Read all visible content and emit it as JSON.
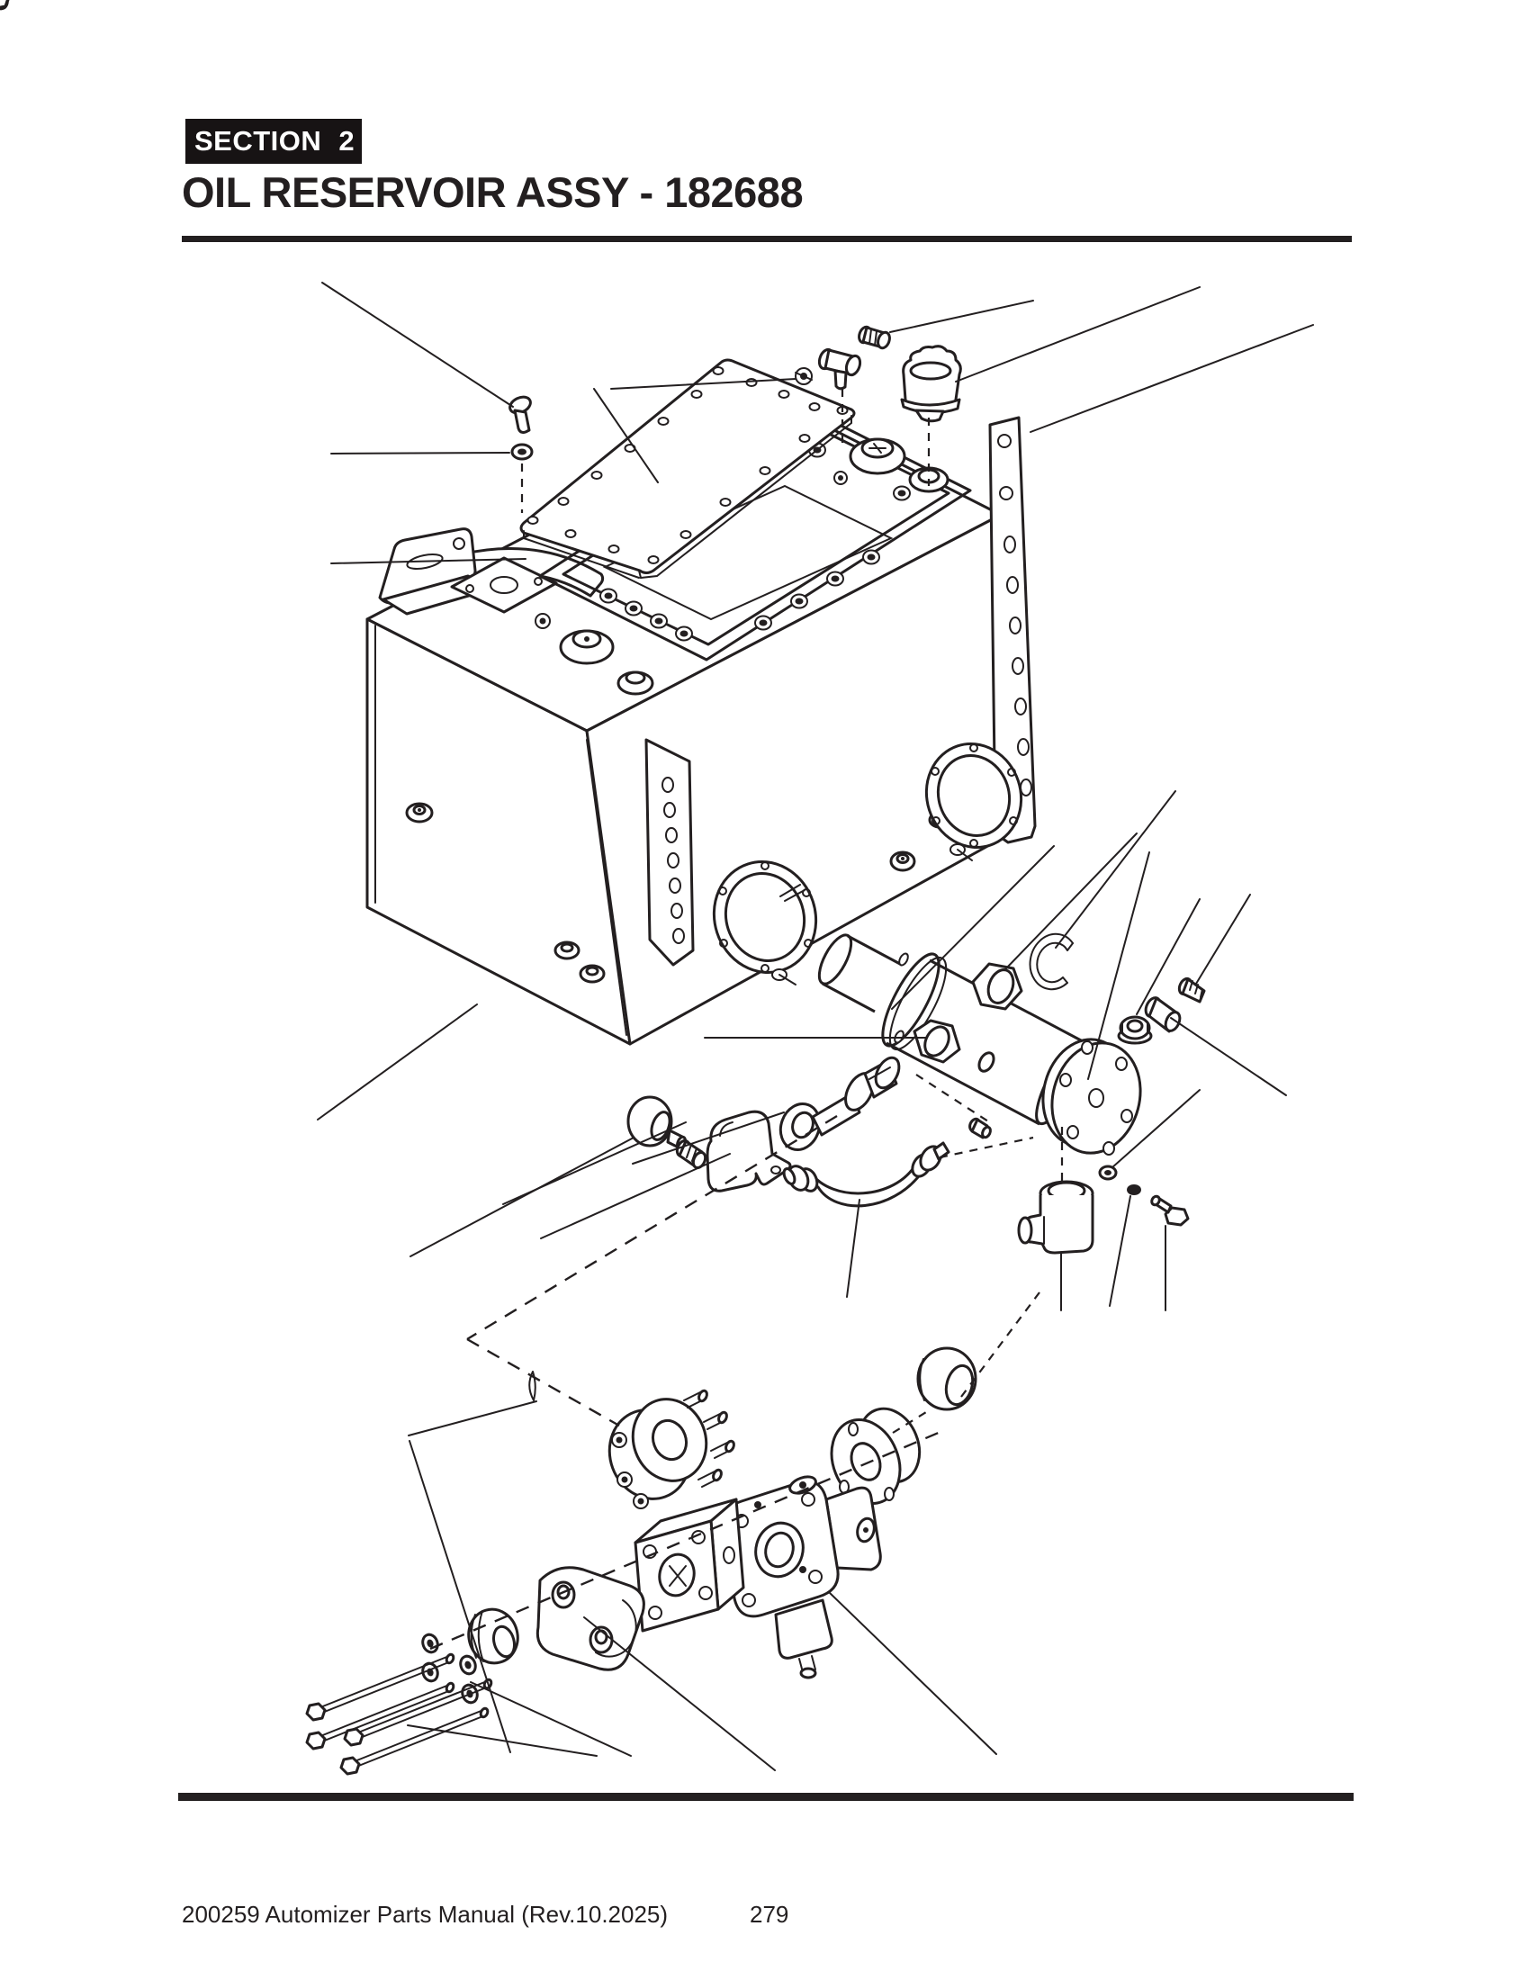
{
  "header": {
    "section_badge": "SECTION 2",
    "title": "OIL RESERVOIR ASSY - 182688"
  },
  "footer": {
    "left_text": "200259 Automizer Parts Manual (Rev.10.2025)",
    "page_number": "279"
  },
  "colors": {
    "ink": "#231f20",
    "paper": "#ffffff",
    "badge_background": "#171314",
    "badge_text": "#ffffff"
  },
  "diagram": {
    "type": "exploded-parts-illustration",
    "parts": [
      "reservoir-tank",
      "tank-cover-plate",
      "cover-gasket",
      "cover-screw",
      "cover-washer",
      "wing-screw",
      "tee-fitting",
      "plug-fitting",
      "breather-cap",
      "filler-neck-dome",
      "left-mounting-bracket",
      "right-mounting-strap",
      "front-strap",
      "cleanout-flange-cover",
      "suction-strainer-canister",
      "strainer-flange",
      "strainer-end-cover",
      "hex-plug",
      "snap-ring",
      "locknut",
      "reducer-fitting",
      "set-screw",
      "suction-tube",
      "union-nut",
      "rubber-cap",
      "hex-nipple",
      "clamp-bracket",
      "hose-assembly",
      "grease-fitting",
      "elbow-fitting",
      "sealing-washer",
      "pipe-plug",
      "hex-bolt",
      "o-ring",
      "plug-cap",
      "spider-coupling",
      "split-flange-clamp",
      "manifold-block",
      "gear-pump",
      "flange-adapter",
      "nose-coupling",
      "lock-washers",
      "long-mounting-bolts"
    ]
  }
}
